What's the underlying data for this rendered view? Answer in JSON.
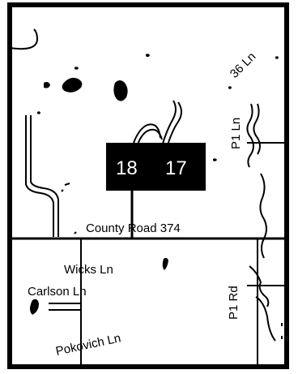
{
  "map": {
    "sections": [
      {
        "number": "18"
      },
      {
        "number": "17"
      }
    ],
    "roads": {
      "county_road": "County Road 374",
      "wicks": "Wicks Ln",
      "carlson": "Carlson Ln",
      "pokovich": "Pokovich Ln",
      "p1_ln": "P1 Ln",
      "p1_rd": "P1 Rd",
      "ln_36": "36 Ln"
    },
    "colors": {
      "frame": "#000000",
      "section_box": "#000000",
      "section_text": "#ffffff",
      "background": "#ffffff"
    }
  }
}
